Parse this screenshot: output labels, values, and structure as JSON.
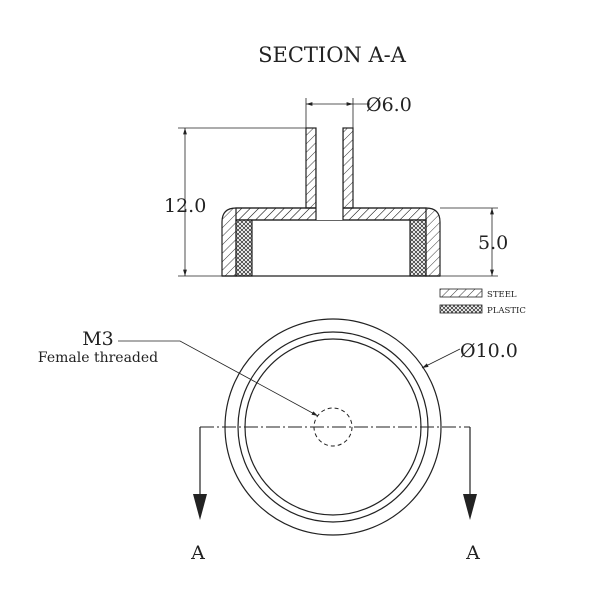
{
  "title": "SECTION A-A",
  "dimensions": {
    "inner_diameter": "Ø6.0",
    "total_height": "12.0",
    "base_height": "5.0",
    "outer_diameter": "Ø10.0"
  },
  "legend": {
    "steel": "STEEL",
    "plastic": "PLASTIC"
  },
  "thread_callout": {
    "size": "M3",
    "description": "Female threaded"
  },
  "section_marks": {
    "left": "A",
    "right": "A"
  }
}
